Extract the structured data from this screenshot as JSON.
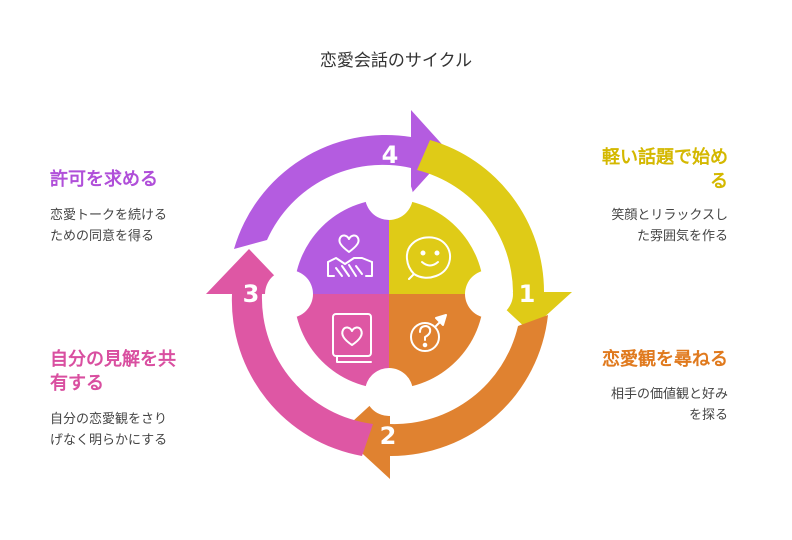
{
  "title": "恋愛会話のサイクル",
  "colors": {
    "step1": "#DFCB17",
    "step2": "#E08230",
    "step3": "#DE57A4",
    "step4": "#B45CE0",
    "step1_text": "#D4B800",
    "step2_text": "#E07A1E",
    "step3_text": "#D94FA0",
    "step4_text": "#B04FD9"
  },
  "steps": [
    {
      "number": "1",
      "heading_line1": "軽い話題で始め",
      "heading_line2": "る",
      "desc_line1": "笑顔とリラックスし",
      "desc_line2": "た雰囲気を作る",
      "icon": "smiling-speech-bubble-icon"
    },
    {
      "number": "2",
      "heading_line1": "恋愛観を尋ねる",
      "desc_line1": "相手の価値観と好み",
      "desc_line2": "を探る",
      "icon": "question-gender-icon"
    },
    {
      "number": "3",
      "heading_line1": "自分の見解を共",
      "heading_line2": "有する",
      "desc_line1": "自分の恋愛観をさり",
      "desc_line2": "げなく明らかにする",
      "icon": "heart-book-icon"
    },
    {
      "number": "4",
      "heading_line1": "許可を求める",
      "desc_line1": "恋愛トークを続ける",
      "desc_line2": "ための同意を得る",
      "icon": "heart-handshake-icon"
    }
  ]
}
